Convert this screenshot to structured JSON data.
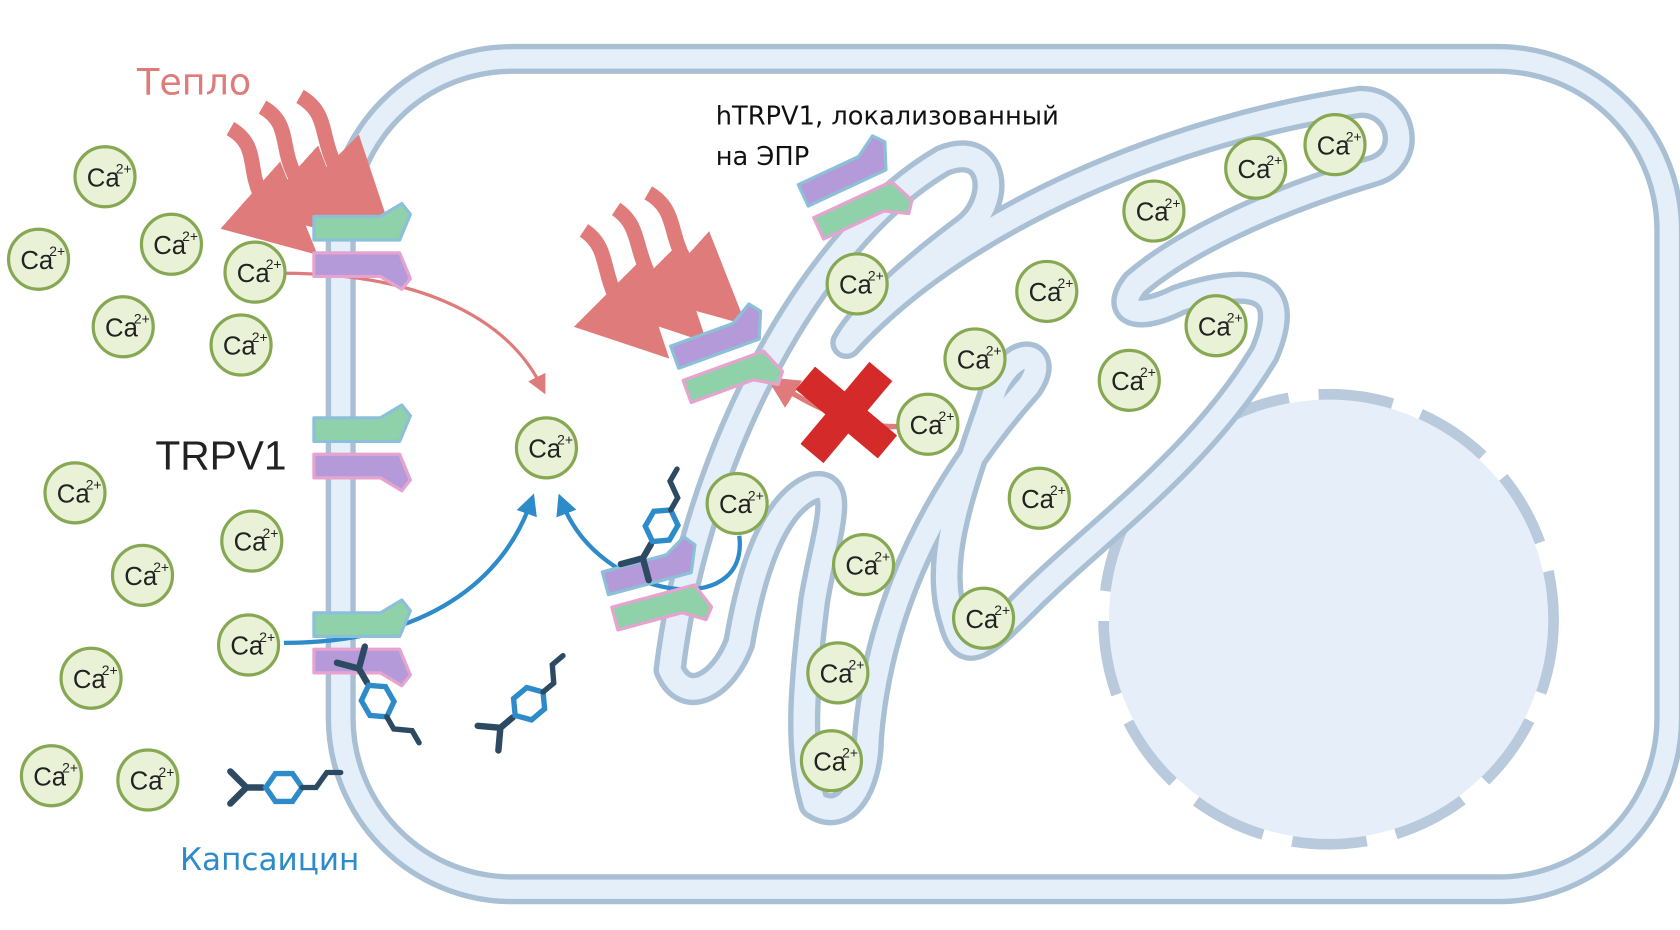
{
  "labels": {
    "heat": "Тепло",
    "trpv1": "TRPV1",
    "htrpv1_line1": "hTRPV1, локализованный",
    "htrpv1_line2": "на ЭПР",
    "capsaicin": "Капсаицин"
  },
  "ion": {
    "symbol": "Ca",
    "charge": "2+"
  },
  "colors": {
    "heat": "#e07b7b",
    "capsaicin": "#2e8bc9",
    "membrane": "#a9bfd4",
    "membrane_fill": "#e4effa",
    "ion_fill": "#e9f2d6",
    "ion_stroke": "#86a852",
    "block": "#d42a2a",
    "channel_green": "#8fd1a8",
    "channel_purple": "#b49ad8",
    "channel_pink": "#e6a3d0"
  },
  "ion_count": 29
}
